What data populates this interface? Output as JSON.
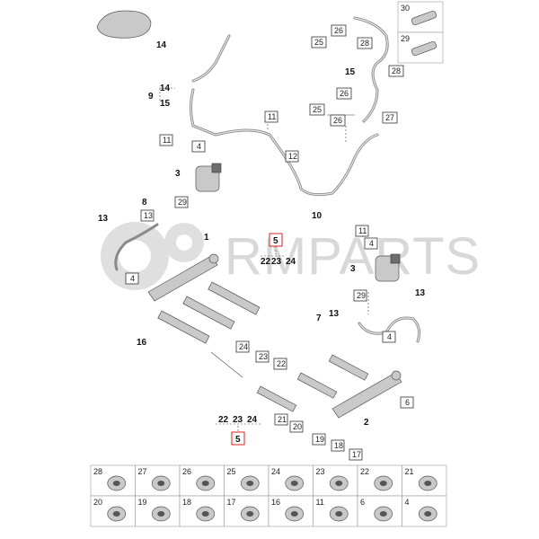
{
  "watermark": {
    "text": "RMPARTS"
  },
  "colors": {
    "accent": "#d22222",
    "pipe": "#8a8a8a",
    "part": "#c9c9c9"
  },
  "callouts": {
    "c14a": "14",
    "c9": "9",
    "c14b": "14",
    "c15a": "15",
    "c11a": "11",
    "c4a": "4",
    "c11b": "11",
    "c3a": "3",
    "c12": "12",
    "c29a": "29",
    "c8": "8",
    "c13a": "13",
    "c4b": "4",
    "c1": "1",
    "c5a": "5",
    "c22a": "22",
    "c23a": "23",
    "c24a": "24",
    "c16": "16",
    "c24b": "24",
    "c23b": "23",
    "c22b": "22",
    "c25a": "25",
    "c26a": "26",
    "c28a": "28",
    "c28b": "28",
    "c15b": "15",
    "c26b": "26",
    "c25b": "25",
    "c26c": "26",
    "c27": "27",
    "c10": "10",
    "c11c": "11",
    "c4c": "4",
    "c3b": "3",
    "c29b": "29",
    "c13b": "13",
    "c7": "7",
    "c13c": "13",
    "c4d": "4",
    "c6": "6",
    "c21": "21",
    "c20": "20",
    "c19": "19",
    "c18": "18",
    "c17": "17",
    "c2": "2",
    "c22c": "22",
    "c23c": "23",
    "c24c": "24",
    "c5b": "5",
    "c30": "30",
    "c29c": "29"
  },
  "parts_grid": {
    "row1": [
      "28",
      "27",
      "26",
      "25",
      "24",
      "23",
      "22",
      "21"
    ],
    "row2": [
      "20",
      "19",
      "18",
      "17",
      "16",
      "11",
      "6",
      "4"
    ]
  }
}
